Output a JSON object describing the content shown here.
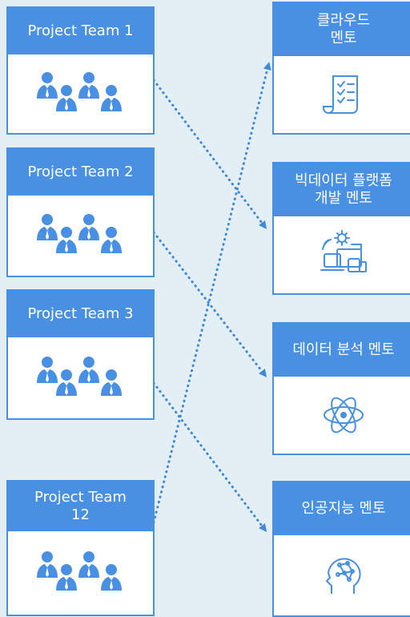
{
  "teams": [
    {
      "label": "Project Team 1"
    },
    {
      "label": "Project Team 2"
    },
    {
      "label": "Project Team 3"
    },
    {
      "label": "Project Team\n12"
    }
  ],
  "mentors": [
    {
      "label": "클라우드\n멘토",
      "icon": "checklist-icon"
    },
    {
      "label": "빅데이터 플랫폼\n개발 멘토",
      "icon": "devices-gear-icon"
    },
    {
      "label": "데이터 분석 멘토",
      "icon": "atom-icon"
    },
    {
      "label": "인공지능 멘토",
      "icon": "ai-brain-icon"
    }
  ],
  "colors": {
    "accent": "#4a90e2",
    "background": "#e3eef5"
  }
}
